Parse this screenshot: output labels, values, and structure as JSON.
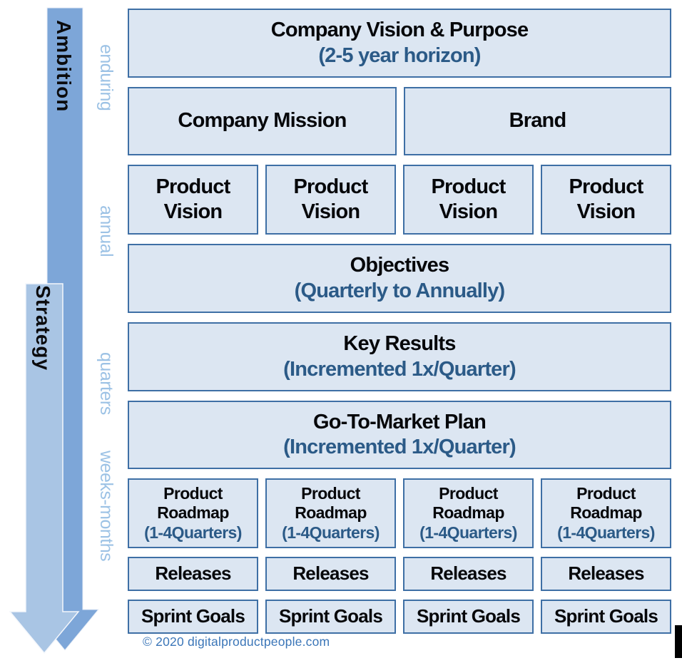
{
  "arrows": {
    "ambition": "Ambition",
    "strategy": "Strategy"
  },
  "timeframes": [
    "enduring",
    "annual",
    "quarters",
    "weeks-months"
  ],
  "rows": {
    "vision_purpose": {
      "line1": "Company Vision & Purpose",
      "line2": "(2-5 year horizon)"
    },
    "mission": {
      "label": "Company Mission"
    },
    "brand": {
      "label": "Brand"
    },
    "product_vision": [
      {
        "line1": "Product",
        "line2": "Vision"
      },
      {
        "line1": "Product",
        "line2": "Vision"
      },
      {
        "line1": "Product",
        "line2": "Vision"
      },
      {
        "line1": "Product",
        "line2": "Vision"
      }
    ],
    "objectives": {
      "line1": "Objectives",
      "line2": "(Quarterly to Annually)"
    },
    "key_results": {
      "line1": "Key Results",
      "line2": "(Incremented 1x/Quarter)"
    },
    "go_to_market": {
      "line1": "Go-To-Market Plan",
      "line2": "(Incremented 1x/Quarter)"
    },
    "product_roadmap": [
      {
        "line1": "Product",
        "line2": "Roadmap",
        "line3": "(1-4Quarters)"
      },
      {
        "line1": "Product",
        "line2": "Roadmap",
        "line3": "(1-4Quarters)"
      },
      {
        "line1": "Product",
        "line2": "Roadmap",
        "line3": "(1-4Quarters)"
      },
      {
        "line1": "Product",
        "line2": "Roadmap",
        "line3": "(1-4Quarters)"
      }
    ],
    "releases": [
      {
        "label": "Releases"
      },
      {
        "label": "Releases"
      },
      {
        "label": "Releases"
      },
      {
        "label": "Releases"
      }
    ],
    "sprint_goals": [
      {
        "label": "Sprint Goals"
      },
      {
        "label": "Sprint Goals"
      },
      {
        "label": "Sprint Goals"
      },
      {
        "label": "Sprint Goals"
      }
    ]
  },
  "footer": {
    "copyright": "© 2020 digitalproductpeople.com"
  },
  "colors": {
    "box_fill": "#dce6f2",
    "box_border": "#3e6fa5",
    "title_text": "#06070a",
    "accent_text": "#2b5a87",
    "timeframe_label": "#9cc2e5",
    "ambition_arrow": "#7da6d8",
    "strategy_arrow": "#a9c5e4",
    "footer_text": "#3b76b8"
  }
}
